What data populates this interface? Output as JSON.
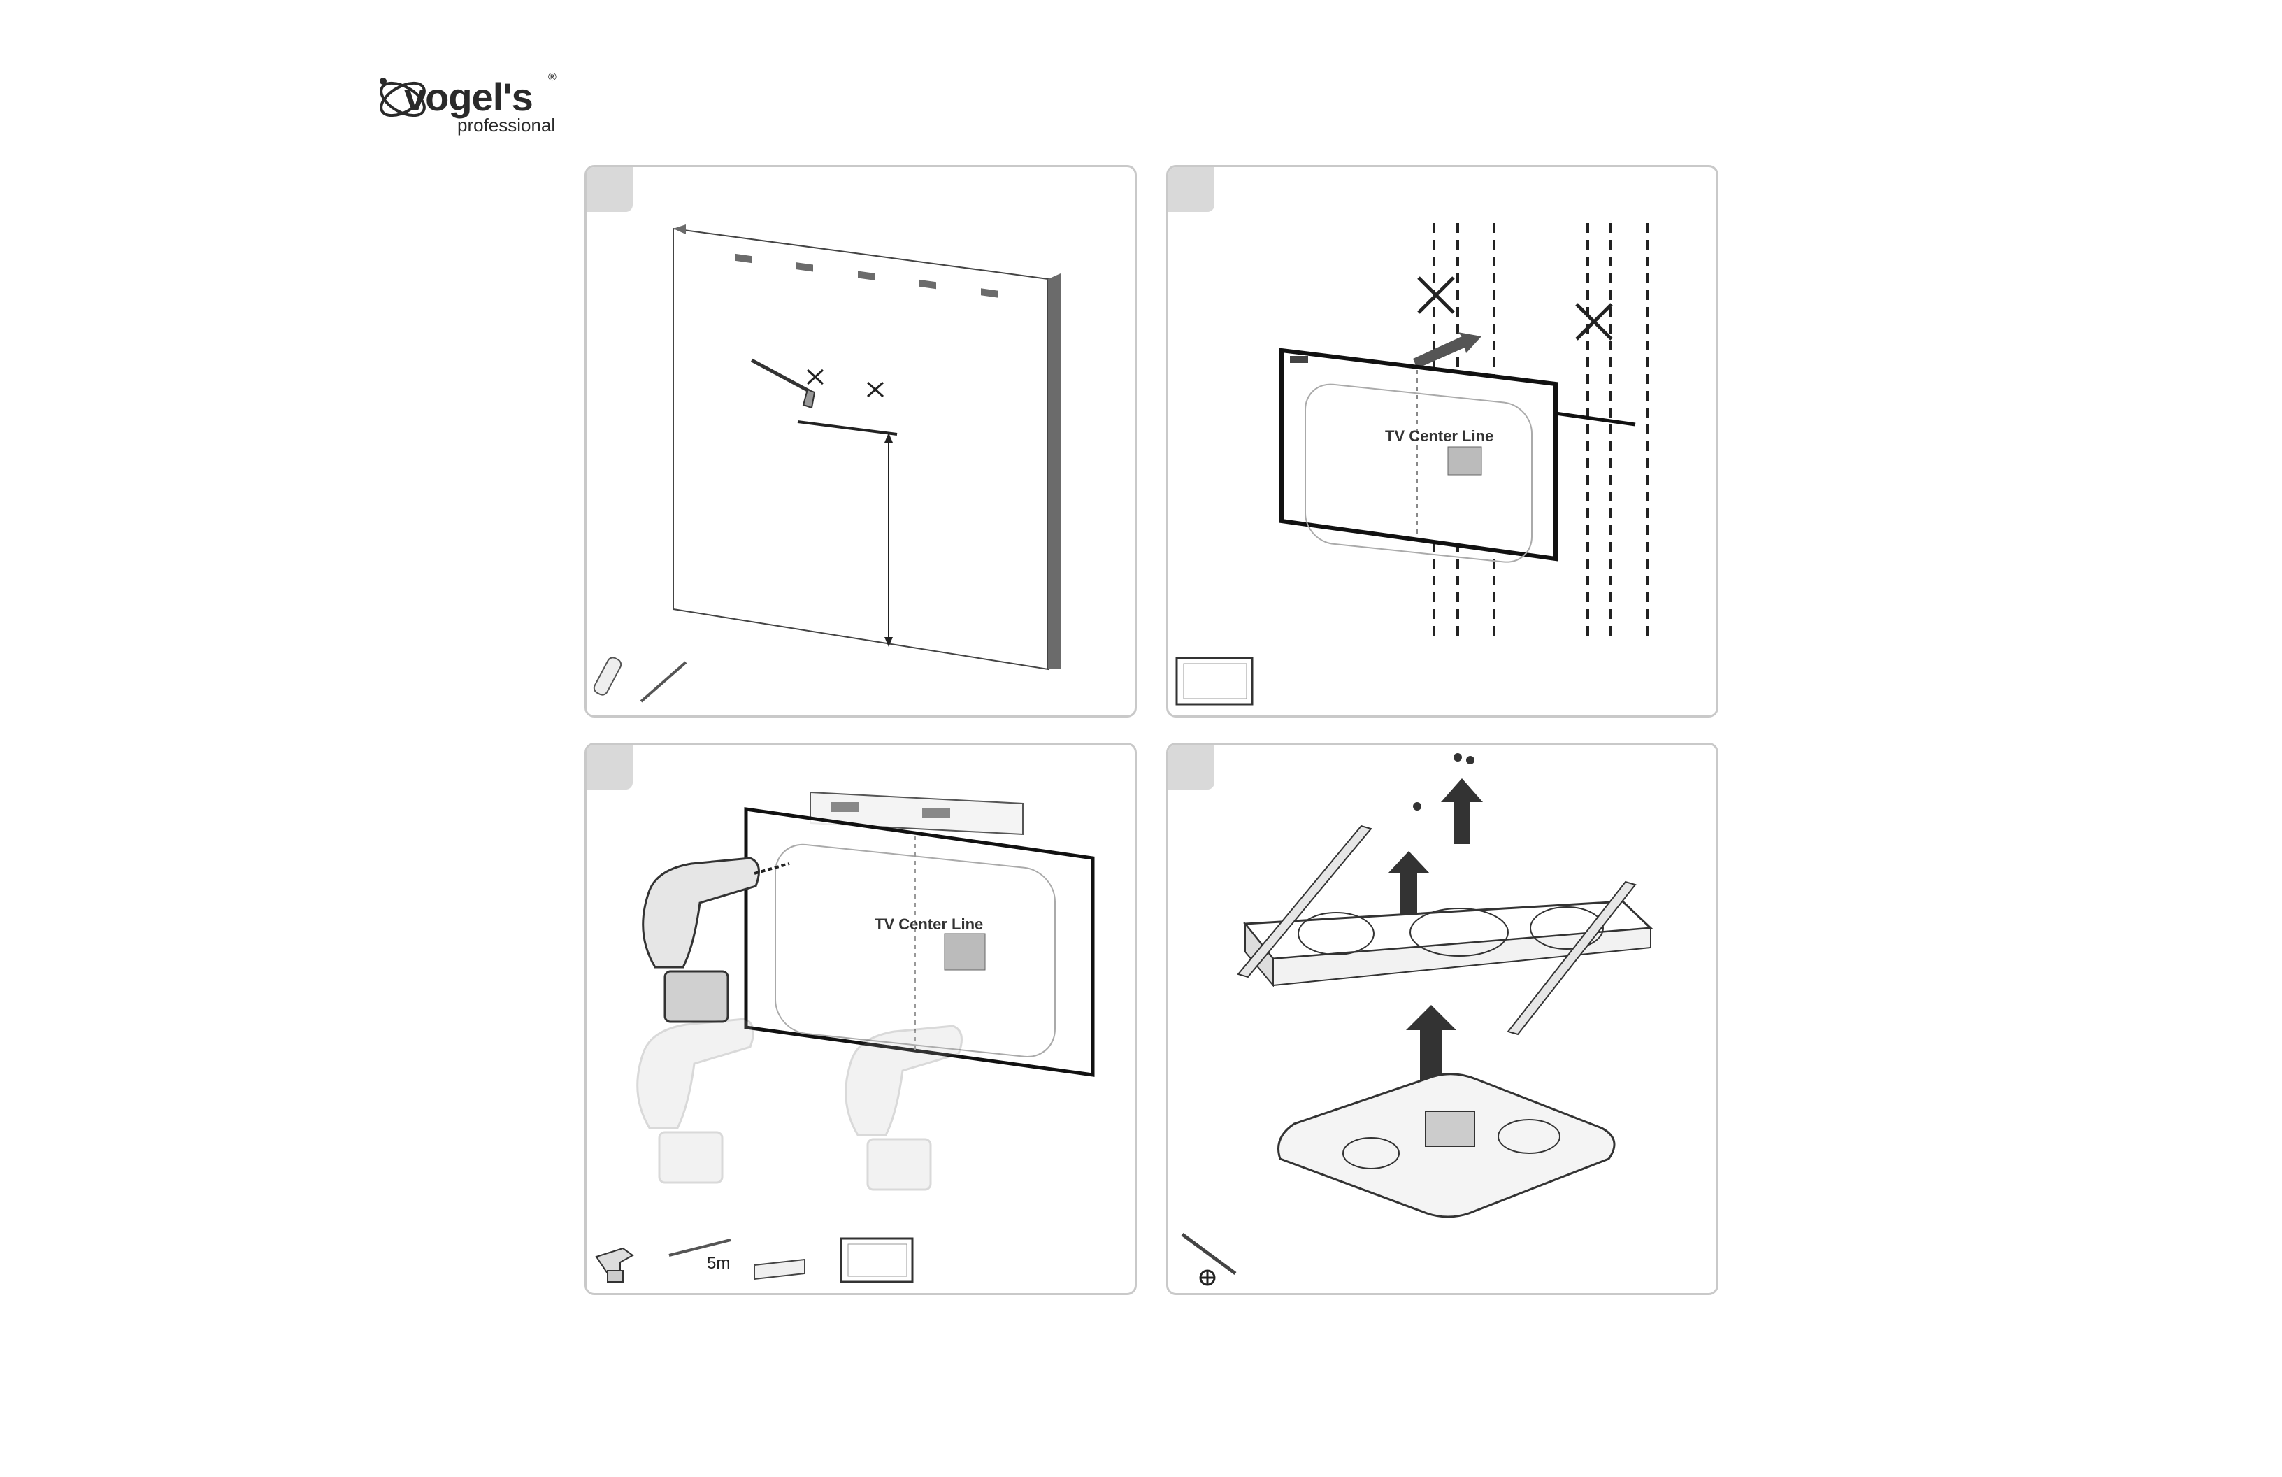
{
  "brand": {
    "name": "vogel's",
    "sub": "professional",
    "reg": "®"
  },
  "panels": [
    {
      "id": "step-1",
      "icons": [
        "pencil-icon",
        "drill-bit-icon"
      ]
    },
    {
      "id": "step-2",
      "template_title": "TV Center Line",
      "icons": [
        "template-thumbnail-icon"
      ]
    },
    {
      "id": "step-3",
      "template_title": "TV Center Line",
      "tape_label": "5m",
      "icons": [
        "drill-icon",
        "tape-measure-icon",
        "spirit-level-icon",
        "template-thumbnail-icon"
      ]
    },
    {
      "id": "step-4",
      "icons": [
        "screwdriver-icon",
        "phillips-head-icon"
      ]
    }
  ],
  "colors": {
    "panel_border": "#c9c9c9",
    "tab_fill": "#d9d9d9",
    "line": "#222222",
    "wall_edge": "#6b6b6b"
  }
}
